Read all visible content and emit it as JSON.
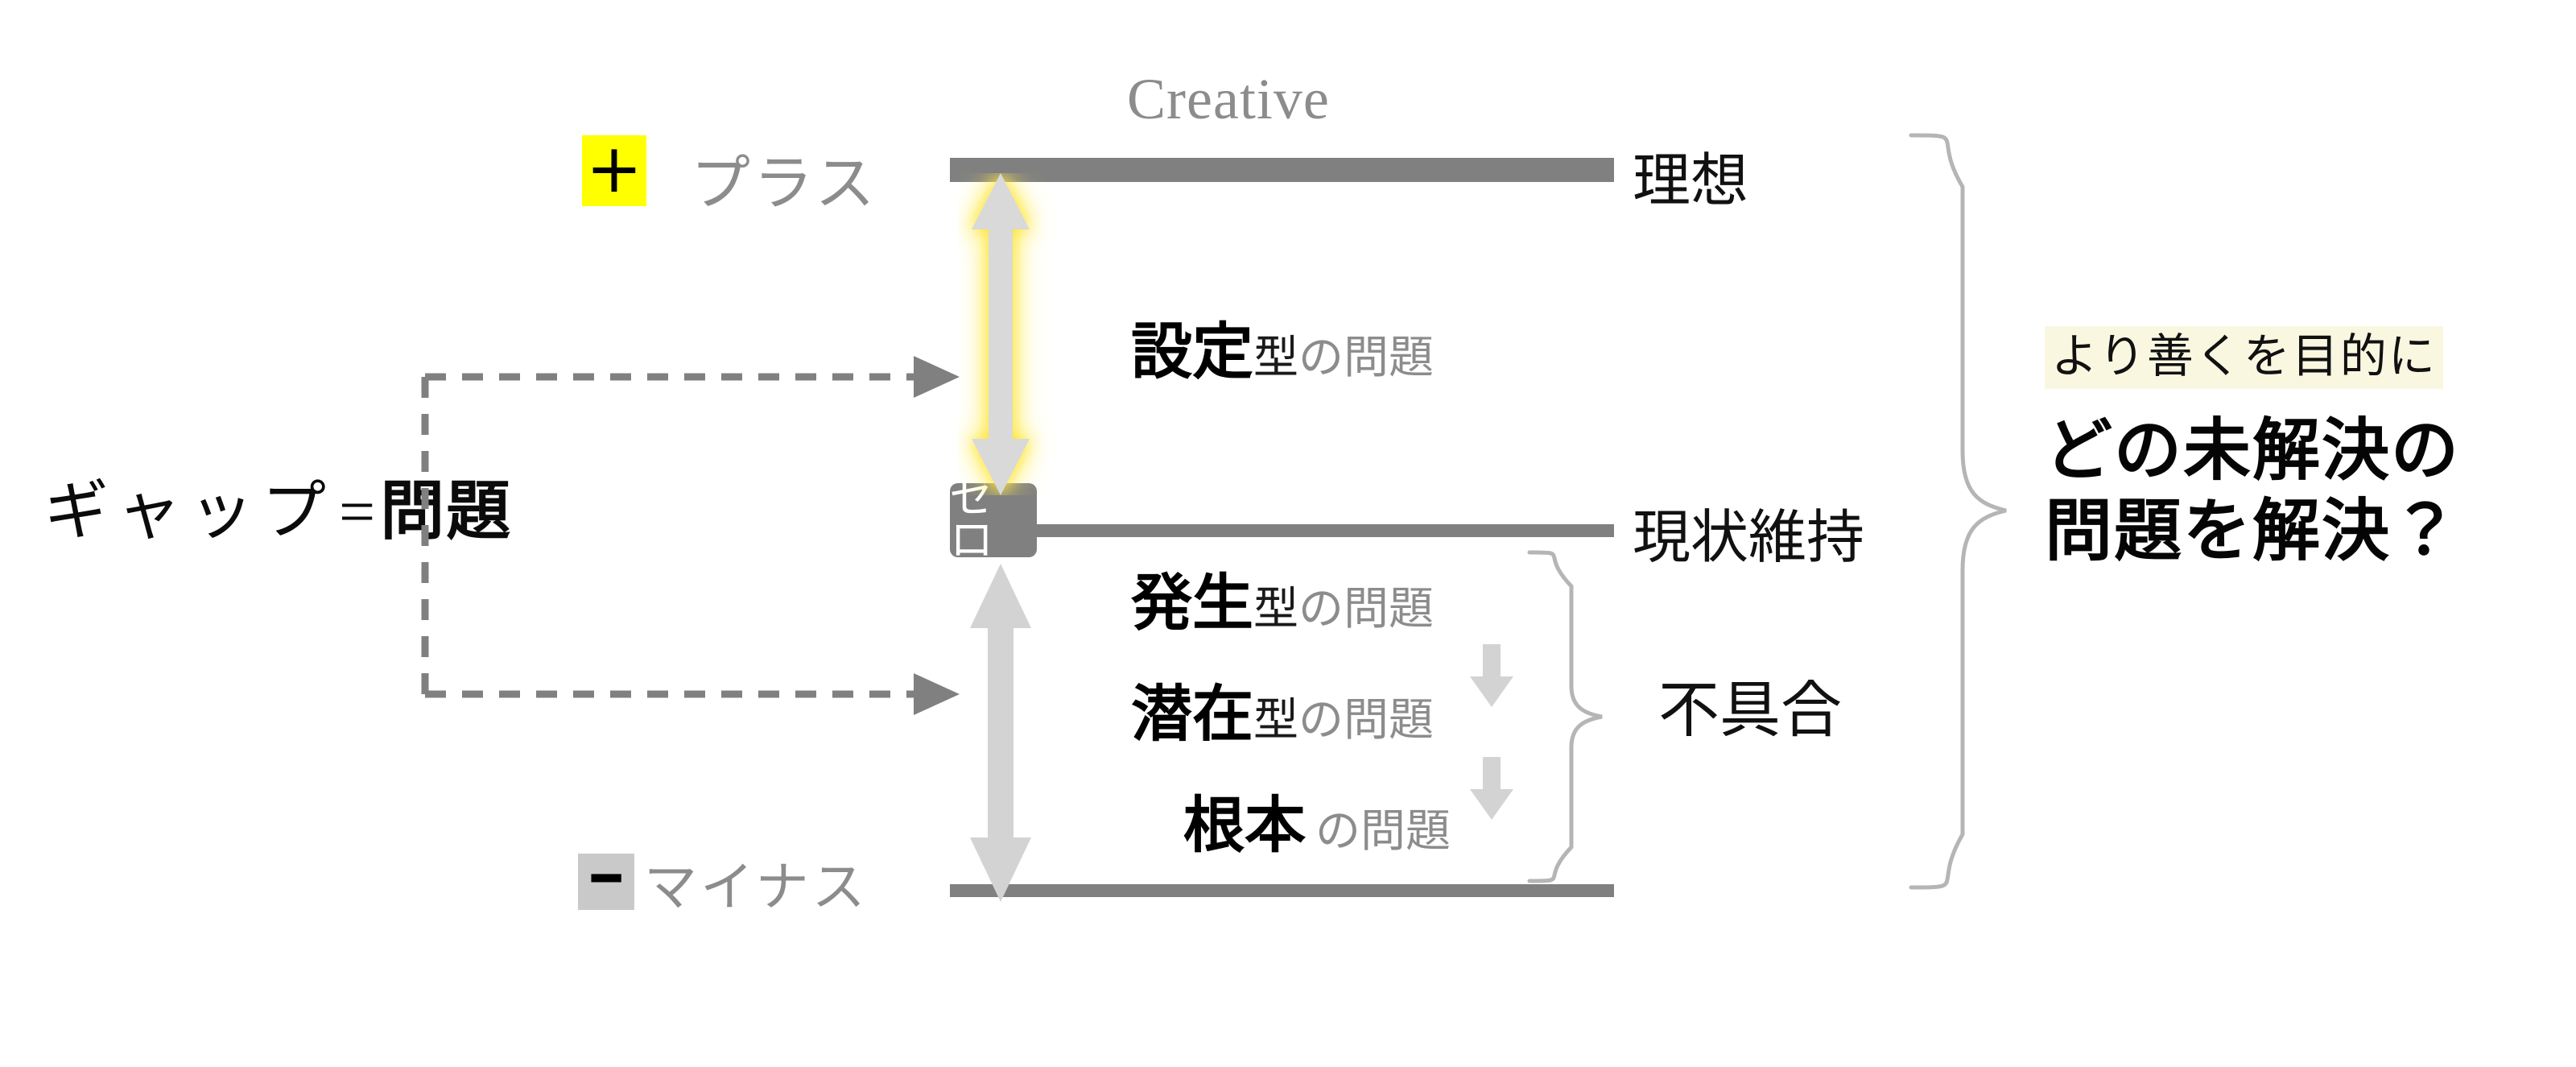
{
  "title_overline": "Creative",
  "levels": {
    "plus": {
      "badge_glyph": "+",
      "badge_color": "#ffff00",
      "label": "プラス",
      "caption": "理想",
      "bar_color": "#808080"
    },
    "zero": {
      "pill_label": "ゼロ",
      "pill_color": "#808080",
      "caption": "現状維持",
      "bar_color": "#808080"
    },
    "minus": {
      "badge_glyph": "━",
      "badge_color": "#c9c9c9",
      "label": "マイナス",
      "caption": "不具合",
      "bar_color": "#808080"
    }
  },
  "gap": {
    "katakana": "ギャップ",
    "equals": "=",
    "kanji": "問題"
  },
  "problem_types": [
    {
      "id": "setting",
      "strong": "設定",
      "kata": "型",
      "soft": "の問題"
    },
    {
      "id": "occurrence",
      "strong": "発生",
      "kata": "型",
      "soft": "の問題"
    },
    {
      "id": "latent",
      "strong": "潜在",
      "kata": "型",
      "soft": "の問題"
    },
    {
      "id": "root",
      "strong": "根本",
      "kata": "",
      "soft": "の問題"
    }
  ],
  "panel": {
    "highlight": "より善くを目的に",
    "highlight_color": "#faf7e1",
    "question_line1": "どの未解決の",
    "question_line2": "問題を解決？"
  },
  "colors": {
    "accent_yellow": "#ffff00",
    "bar_gray": "#808080",
    "arrow_gray": "#d9d9d9",
    "soft_gray": "#8c8c8c",
    "dash_gray": "#808080"
  }
}
